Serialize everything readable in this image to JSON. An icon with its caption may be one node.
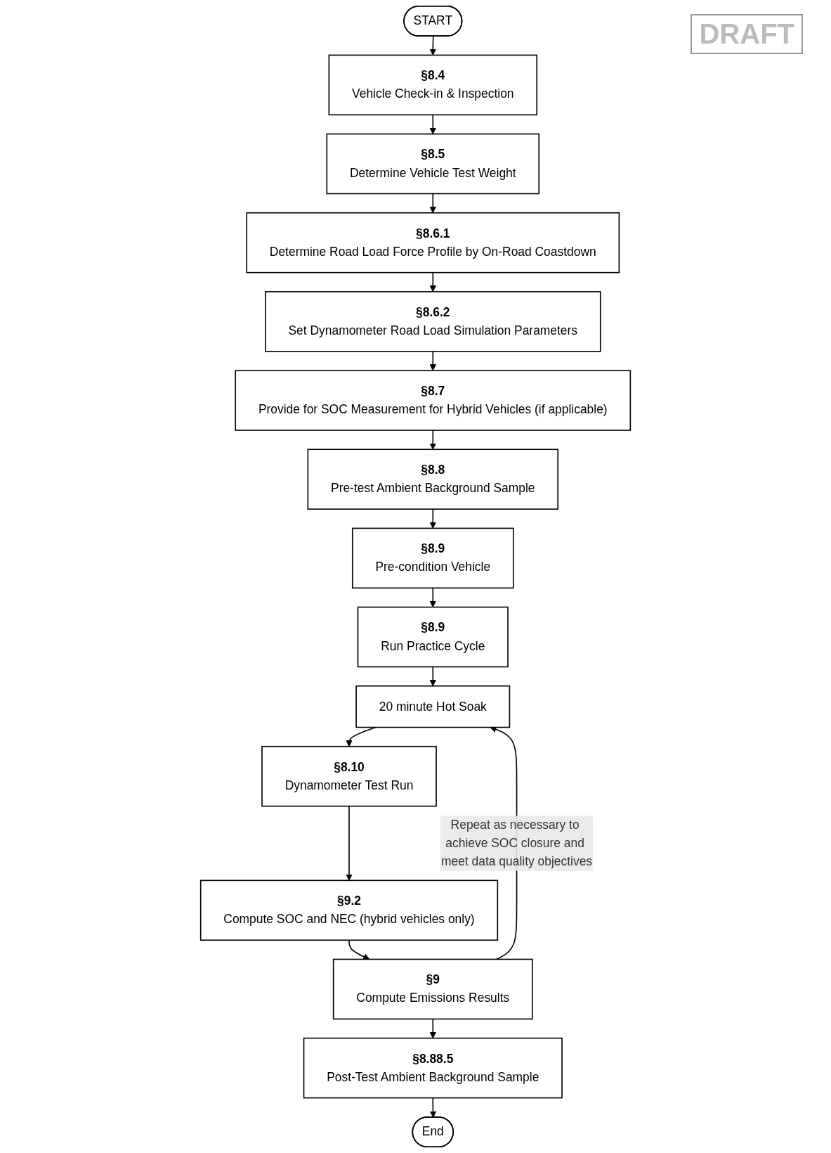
{
  "diagram": {
    "nodes": [
      {
        "text": [
          "START"
        ]
      },
      {
        "text": [
          "§8.4",
          "Vehicle Check-in & Inspection"
        ]
      },
      {
        "text": [
          "§8.5",
          "Determine Vehicle Test Weight"
        ]
      },
      {
        "text": [
          "§8.6.1",
          "Determine Road Load Force Profile by On-Road Coastdown"
        ]
      },
      {
        "text": [
          "§8.6.2",
          "Set Dynamometer Road Load Simulation Parameters"
        ]
      },
      {
        "text": [
          "§8.7",
          "Provide for SOC Measurement for Hybrid Vehicles (if applicable)"
        ]
      },
      {
        "text": [
          "§8.8",
          "Pre-test Ambient Background Sample"
        ]
      },
      {
        "text": [
          "§8.9",
          "Pre-condition Vehicle"
        ]
      },
      {
        "text": [
          "§8.9",
          "Run Practice Cycle"
        ]
      },
      {
        "text": [
          "20 minute Hot Soak"
        ]
      },
      {
        "text": [
          "§8.10",
          "Dynamometer Test Run"
        ]
      },
      {
        "text": [
          "§9.2",
          "Compute SOC and NEC (hybrid vehicles only)"
        ]
      },
      {
        "text": [
          "§9",
          "Compute Emissions Results"
        ]
      },
      {
        "text": [
          "§8.88.5",
          "Post-Test Ambient Background Sample"
        ]
      },
      {
        "text": [
          "End"
        ]
      }
    ],
    "edges": [
      {
        "from": 0,
        "to": 1,
        "arrow": "to"
      },
      {
        "from": 1,
        "to": 2,
        "arrow": "to"
      },
      {
        "from": 2,
        "to": 3,
        "arrow": "to"
      },
      {
        "from": 3,
        "to": 4,
        "arrow": "to"
      },
      {
        "from": 4,
        "to": 5,
        "arrow": "to"
      },
      {
        "from": 5,
        "to": 6,
        "arrow": "to"
      },
      {
        "from": 6,
        "to": 7,
        "arrow": "to"
      },
      {
        "from": 7,
        "to": 8,
        "arrow": "to"
      },
      {
        "from": 8,
        "to": 9,
        "arrow": "to"
      },
      {
        "from": 9,
        "to": 10,
        "arrow": "to"
      },
      {
        "from": 10,
        "to": 11,
        "arrow": "to"
      },
      {
        "from": 11,
        "to": 12,
        "arrow": "to"
      },
      {
        "from": 12,
        "to": 13,
        "arrow": "to"
      },
      {
        "from": 13,
        "to": 14,
        "arrow": "to"
      },
      {
        "from": 12,
        "to": 9,
        "arrow": "to",
        "label": "Repeat as necessary to achieve SOC closure and meet data quality objectives"
      }
    ],
    "labels": [
      "DRAFT"
    ]
  }
}
